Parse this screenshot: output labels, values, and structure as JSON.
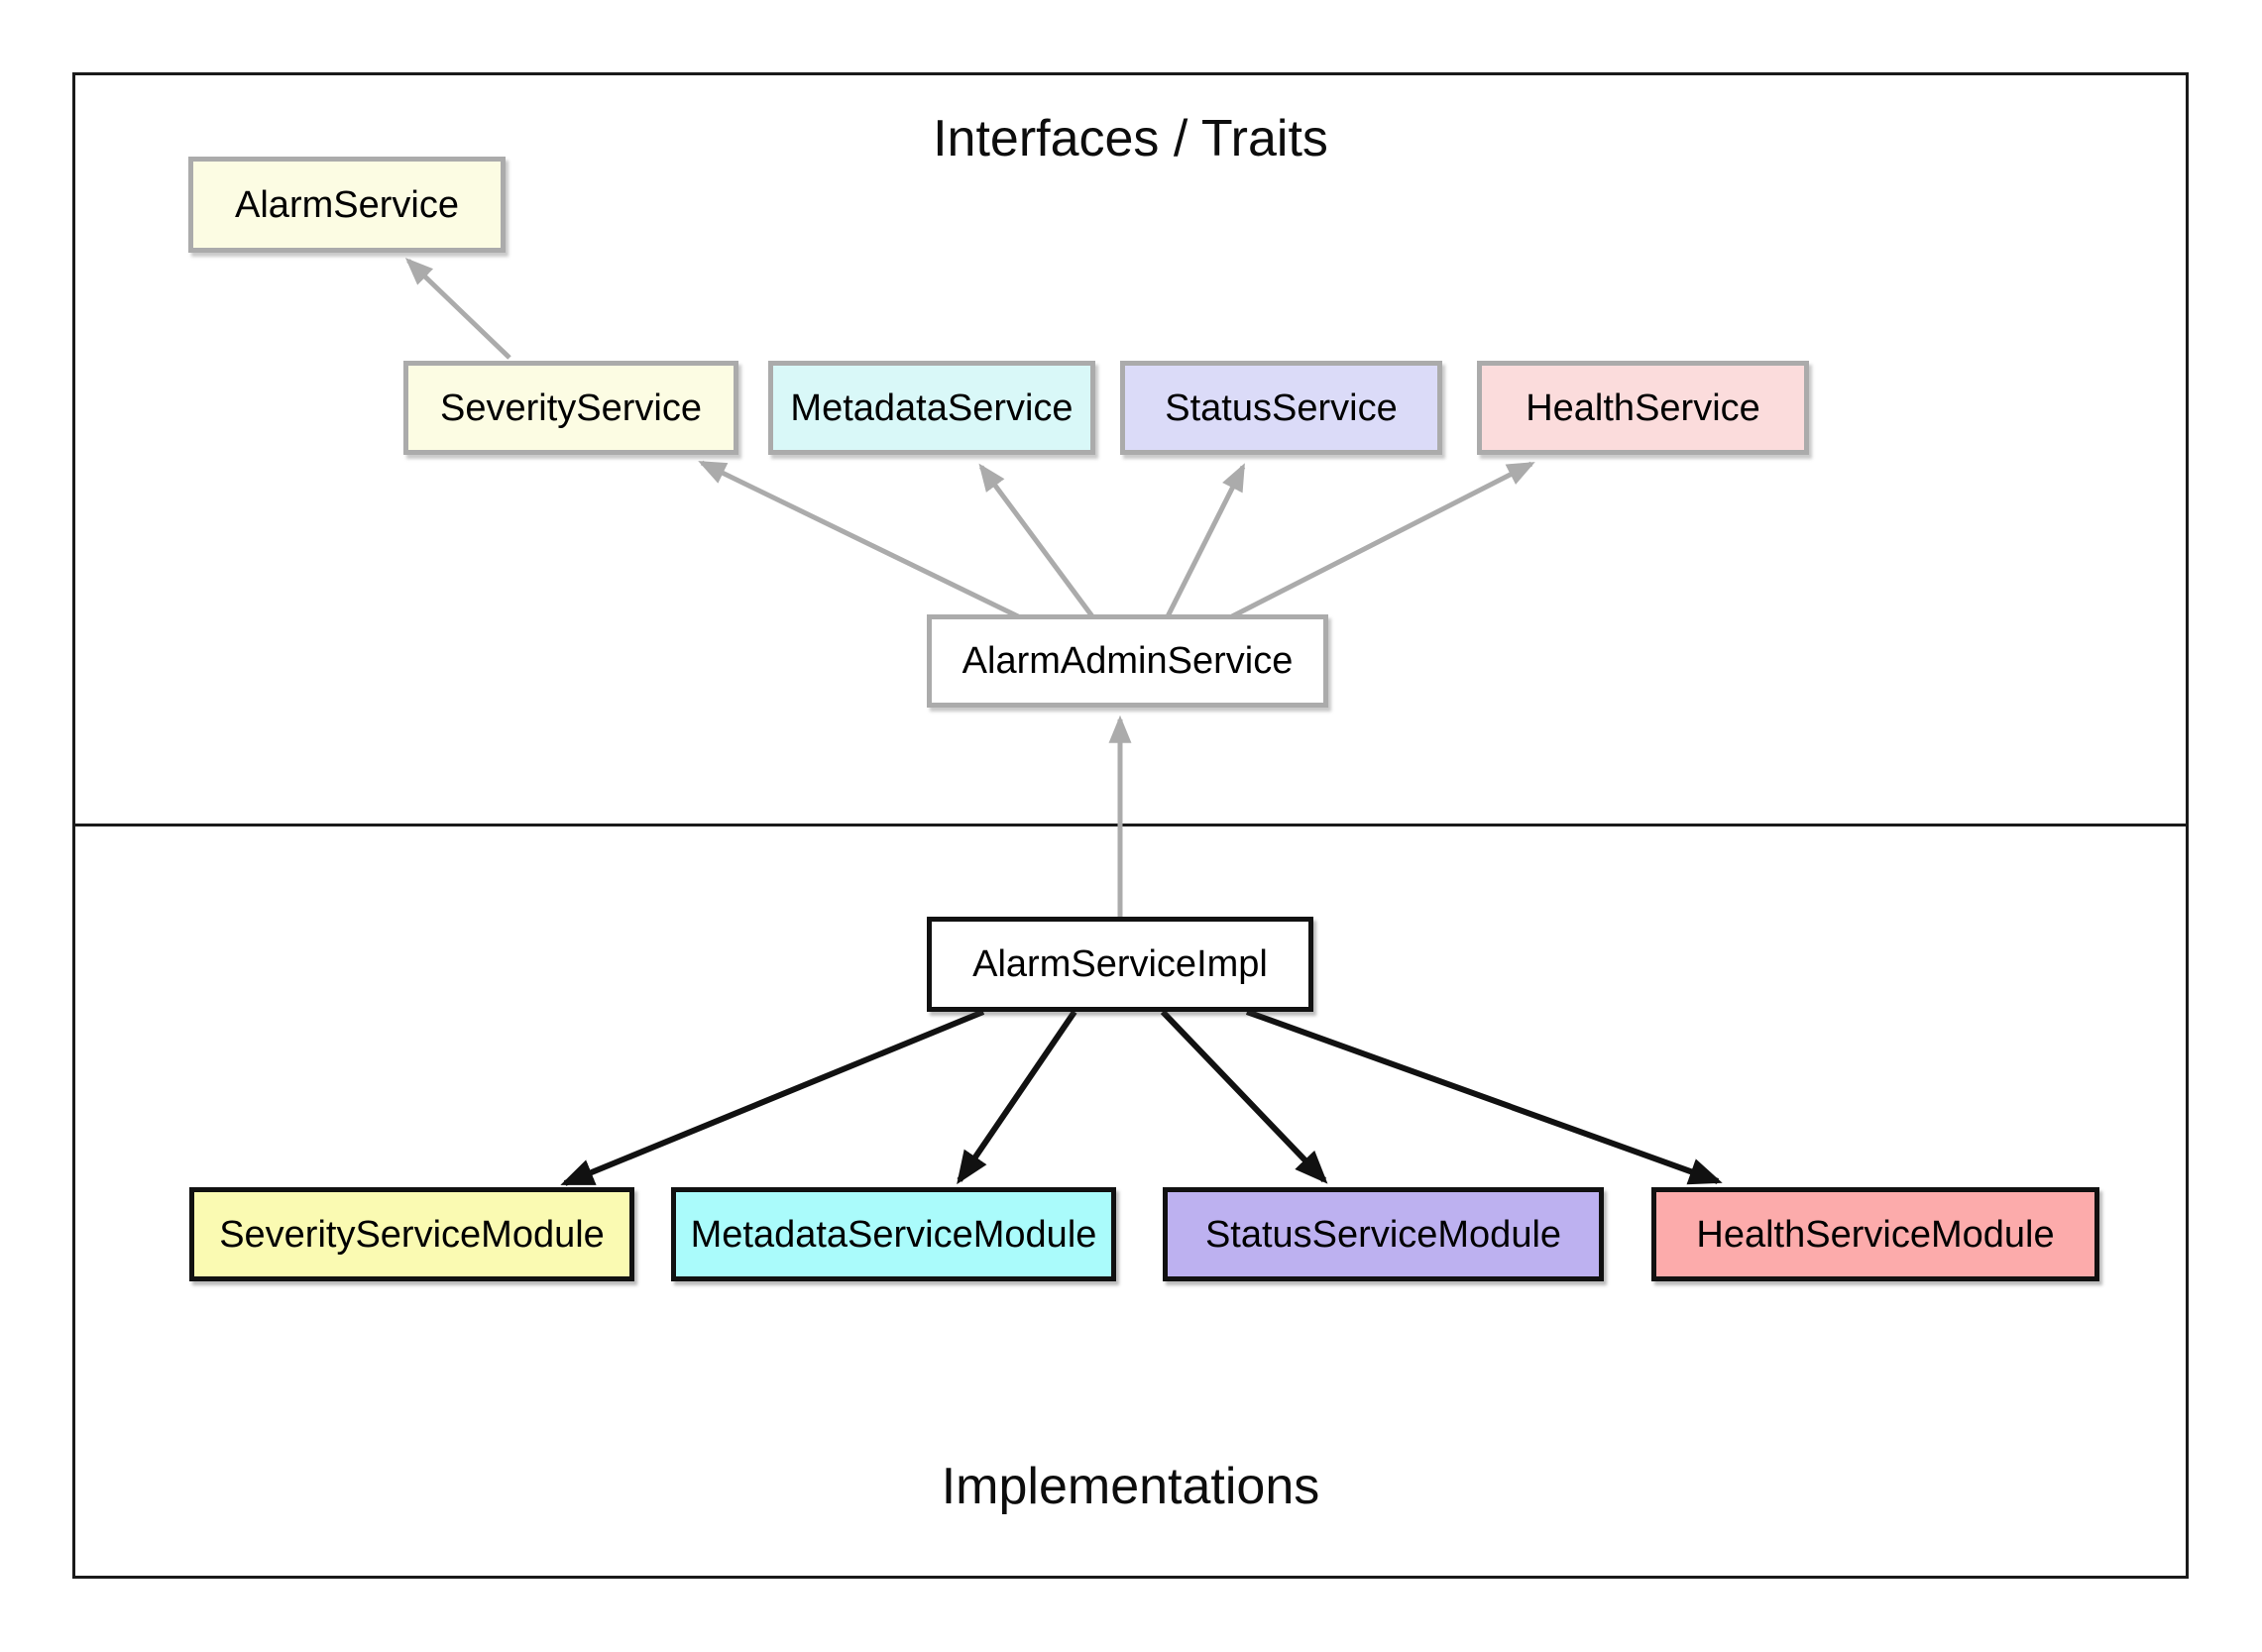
{
  "diagram": {
    "sections": {
      "top": {
        "title": "Interfaces / Traits"
      },
      "bottom": {
        "title": "Implementations"
      }
    },
    "nodes": [
      {
        "id": "AlarmService",
        "label": "AlarmService",
        "fill": "#FCFCE3",
        "border": "gray"
      },
      {
        "id": "SeverityService",
        "label": "SeverityService",
        "fill": "#FCFCE3",
        "border": "gray"
      },
      {
        "id": "MetadataService",
        "label": "MetadataService",
        "fill": "#D9F8F8",
        "border": "gray"
      },
      {
        "id": "StatusService",
        "label": "StatusService",
        "fill": "#DBDBF8",
        "border": "gray"
      },
      {
        "id": "HealthService",
        "label": "HealthService",
        "fill": "#FBDCDC",
        "border": "gray"
      },
      {
        "id": "AlarmAdminService",
        "label": "AlarmAdminService",
        "fill": "#FFFFFF",
        "border": "gray"
      },
      {
        "id": "AlarmServiceImpl",
        "label": "AlarmServiceImpl",
        "fill": "#FFFFFF",
        "border": "black"
      },
      {
        "id": "SeverityServiceModule",
        "label": "SeverityServiceModule",
        "fill": "#FAFAB2",
        "border": "black"
      },
      {
        "id": "MetadataServiceModule",
        "label": "MetadataServiceModule",
        "fill": "#AAFBFB",
        "border": "black"
      },
      {
        "id": "StatusServiceModule",
        "label": "StatusServiceModule",
        "fill": "#BDB1F0",
        "border": "black"
      },
      {
        "id": "HealthServiceModule",
        "label": "HealthServiceModule",
        "fill": "#FCABAB",
        "border": "black"
      }
    ],
    "edges": [
      {
        "from": "SeverityService",
        "to": "AlarmService",
        "style": "gray"
      },
      {
        "from": "AlarmAdminService",
        "to": "SeverityService",
        "style": "gray"
      },
      {
        "from": "AlarmAdminService",
        "to": "MetadataService",
        "style": "gray"
      },
      {
        "from": "AlarmAdminService",
        "to": "StatusService",
        "style": "gray"
      },
      {
        "from": "AlarmAdminService",
        "to": "HealthService",
        "style": "gray"
      },
      {
        "from": "AlarmServiceImpl",
        "to": "AlarmAdminService",
        "style": "gray"
      },
      {
        "from": "AlarmServiceImpl",
        "to": "SeverityServiceModule",
        "style": "black"
      },
      {
        "from": "AlarmServiceImpl",
        "to": "MetadataServiceModule",
        "style": "black"
      },
      {
        "from": "AlarmServiceImpl",
        "to": "StatusServiceModule",
        "style": "black"
      },
      {
        "from": "AlarmServiceImpl",
        "to": "HealthServiceModule",
        "style": "black"
      }
    ],
    "colors": {
      "arrow_gray": "#ABABAB",
      "arrow_black": "#111111",
      "border_gray": "#ABABAB",
      "border_black": "#111111",
      "line_black": "#1A1A1A"
    }
  }
}
